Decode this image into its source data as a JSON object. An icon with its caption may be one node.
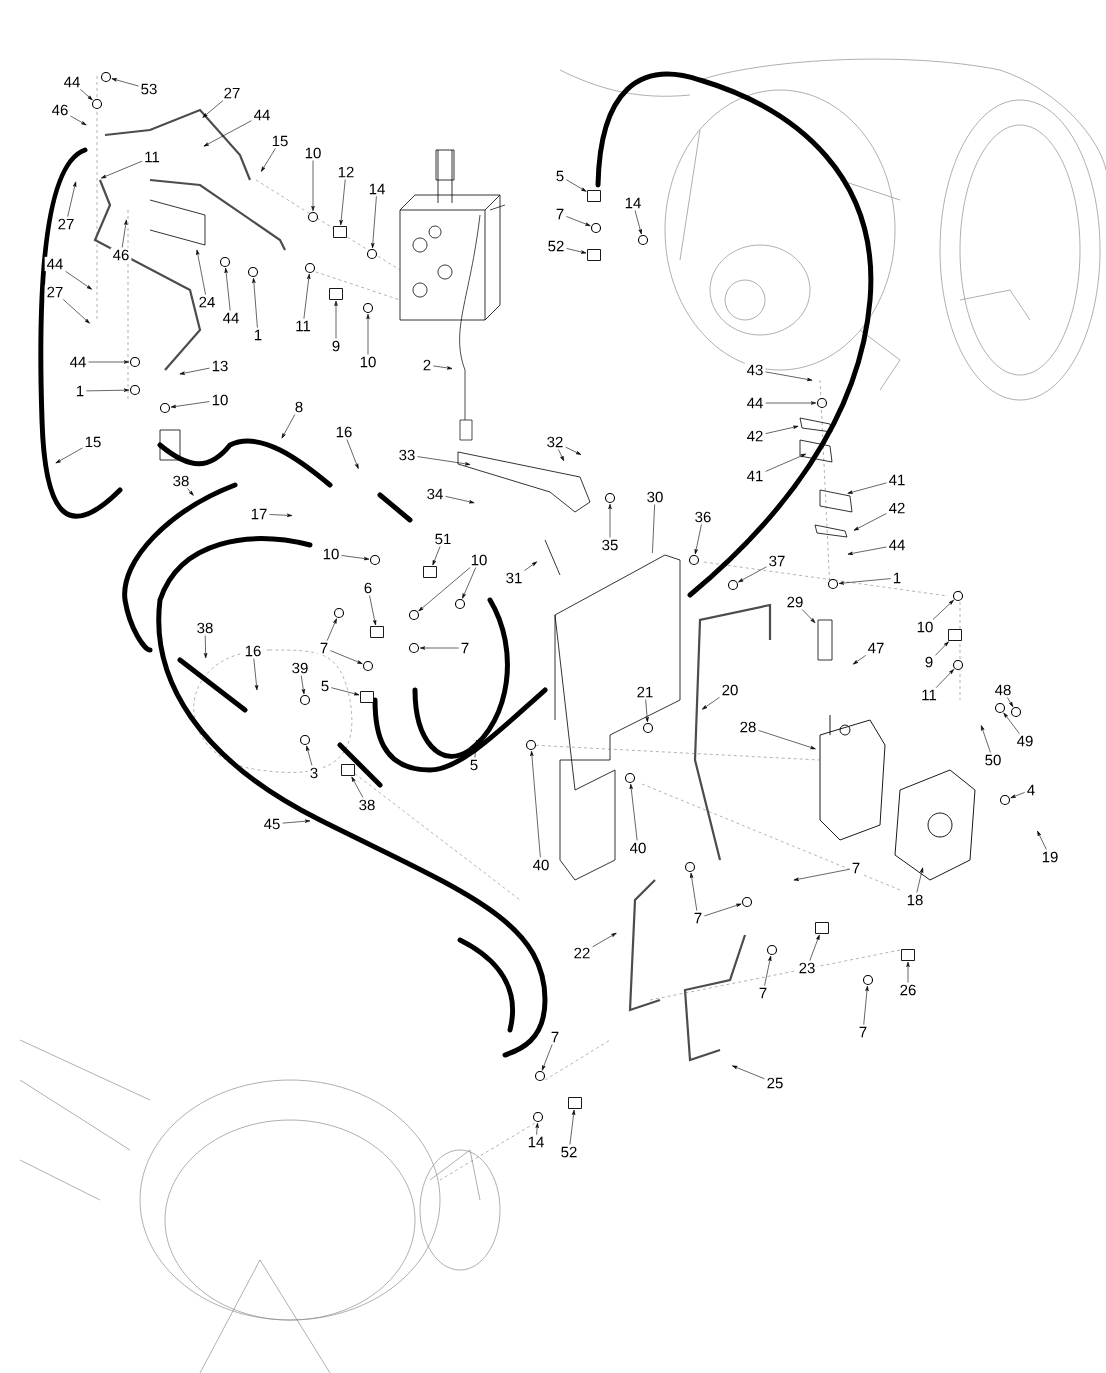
{
  "diagram": {
    "nodes": [
      {
        "text": [
          "44"
        ]
      },
      {
        "text": [
          "53"
        ]
      },
      {
        "text": [
          "46"
        ]
      },
      {
        "text": [
          "27"
        ]
      },
      {
        "text": [
          "44"
        ]
      },
      {
        "text": [
          "15"
        ]
      },
      {
        "text": [
          "11"
        ]
      },
      {
        "text": [
          "27"
        ]
      },
      {
        "text": [
          "46"
        ]
      },
      {
        "text": [
          "24"
        ]
      },
      {
        "text": [
          "44"
        ]
      },
      {
        "text": [
          "1"
        ]
      },
      {
        "text": [
          "10"
        ]
      },
      {
        "text": [
          "12"
        ]
      },
      {
        "text": [
          "14"
        ]
      },
      {
        "text": [
          "11"
        ]
      },
      {
        "text": [
          "9"
        ]
      },
      {
        "text": [
          "10"
        ]
      },
      {
        "text": [
          "44"
        ]
      },
      {
        "text": [
          "27"
        ]
      },
      {
        "text": [
          "44"
        ]
      },
      {
        "text": [
          "1"
        ]
      },
      {
        "text": [
          "13"
        ]
      },
      {
        "text": [
          "10"
        ]
      },
      {
        "text": [
          "8"
        ]
      },
      {
        "text": [
          "15"
        ]
      },
      {
        "text": [
          "16"
        ]
      },
      {
        "text": [
          "33"
        ]
      },
      {
        "text": [
          "32"
        ]
      },
      {
        "text": [
          "2"
        ]
      },
      {
        "text": [
          "5"
        ]
      },
      {
        "text": [
          "7"
        ]
      },
      {
        "text": [
          "52"
        ]
      },
      {
        "text": [
          "14"
        ]
      },
      {
        "text": [
          "43"
        ]
      },
      {
        "text": [
          "44"
        ]
      },
      {
        "text": [
          "42"
        ]
      },
      {
        "text": [
          "41"
        ]
      },
      {
        "text": [
          "41"
        ]
      },
      {
        "text": [
          "42"
        ]
      },
      {
        "text": [
          "44"
        ]
      },
      {
        "text": [
          "1"
        ]
      },
      {
        "text": [
          "38"
        ]
      },
      {
        "text": [
          "17"
        ]
      },
      {
        "text": [
          "34"
        ]
      },
      {
        "text": [
          "35"
        ]
      },
      {
        "text": [
          "30"
        ]
      },
      {
        "text": [
          "36"
        ]
      },
      {
        "text": [
          "37"
        ]
      },
      {
        "text": [
          "31"
        ]
      },
      {
        "text": [
          "10"
        ]
      },
      {
        "text": [
          "51"
        ]
      },
      {
        "text": [
          "10"
        ]
      },
      {
        "text": [
          "6"
        ]
      },
      {
        "text": [
          "7"
        ]
      },
      {
        "text": [
          "7"
        ]
      },
      {
        "text": [
          "38"
        ]
      },
      {
        "text": [
          "16"
        ]
      },
      {
        "text": [
          "39"
        ]
      },
      {
        "text": [
          "5"
        ]
      },
      {
        "text": [
          "3"
        ]
      },
      {
        "text": [
          "38"
        ]
      },
      {
        "text": [
          "5"
        ]
      },
      {
        "text": [
          "45"
        ]
      },
      {
        "text": [
          "40"
        ]
      },
      {
        "text": [
          "40"
        ]
      },
      {
        "text": [
          "21"
        ]
      },
      {
        "text": [
          "20"
        ]
      },
      {
        "text": [
          "29"
        ]
      },
      {
        "text": [
          "47"
        ]
      },
      {
        "text": [
          "28"
        ]
      },
      {
        "text": [
          "10"
        ]
      },
      {
        "text": [
          "9"
        ]
      },
      {
        "text": [
          "11"
        ]
      },
      {
        "text": [
          "48"
        ]
      },
      {
        "text": [
          "49"
        ]
      },
      {
        "text": [
          "50"
        ]
      },
      {
        "text": [
          "4"
        ]
      },
      {
        "text": [
          "19"
        ]
      },
      {
        "text": [
          "18"
        ]
      },
      {
        "text": [
          "7"
        ]
      },
      {
        "text": [
          "7"
        ]
      },
      {
        "text": [
          "7"
        ]
      },
      {
        "text": [
          "7"
        ]
      },
      {
        "text": [
          "23"
        ]
      },
      {
        "text": [
          "26"
        ]
      },
      {
        "text": [
          "22"
        ]
      },
      {
        "text": [
          "25"
        ]
      },
      {
        "text": [
          "7"
        ]
      },
      {
        "text": [
          "52"
        ]
      },
      {
        "text": [
          "14"
        ]
      },
      {
        "text": [],
        "shape": "circle"
      },
      {
        "text": [],
        "shape": "circle"
      },
      {
        "text": [],
        "shape": "circle"
      },
      {
        "text": [],
        "shape": "circle"
      },
      {
        "text": [],
        "shape": "circle"
      },
      {
        "text": [],
        "shape": "box"
      },
      {
        "text": [],
        "shape": "circle"
      },
      {
        "text": [],
        "shape": "circle"
      },
      {
        "text": [],
        "shape": "box"
      },
      {
        "text": [],
        "shape": "circle"
      },
      {
        "text": [],
        "shape": "circle"
      },
      {
        "text": [],
        "shape": "circle"
      },
      {
        "text": [],
        "shape": "circle"
      },
      {
        "text": [],
        "shape": "box"
      },
      {
        "text": [],
        "shape": "circle"
      },
      {
        "text": [],
        "shape": "box"
      },
      {
        "text": [],
        "shape": "circle"
      },
      {
        "text": [],
        "shape": "circle"
      },
      {
        "text": [],
        "shape": "circle"
      },
      {
        "text": [],
        "shape": "circle"
      },
      {
        "text": [],
        "shape": "circle"
      },
      {
        "text": [],
        "shape": "circle"
      },
      {
        "text": [],
        "shape": "circle"
      },
      {
        "text": [],
        "shape": "box"
      },
      {
        "text": [],
        "shape": "circle"
      },
      {
        "text": [],
        "shape": "circle"
      },
      {
        "text": [],
        "shape": "box"
      },
      {
        "text": [],
        "shape": "circle"
      },
      {
        "text": [],
        "shape": "circle"
      },
      {
        "text": [],
        "shape": "circle"
      },
      {
        "text": [],
        "shape": "circle"
      },
      {
        "text": [],
        "shape": "box"
      },
      {
        "text": [],
        "shape": "circle"
      },
      {
        "text": [],
        "shape": "box"
      },
      {
        "text": [],
        "shape": "circle"
      },
      {
        "text": [],
        "shape": "circle"
      },
      {
        "text": [],
        "shape": "circle"
      },
      {
        "text": [],
        "shape": "circle"
      },
      {
        "text": [],
        "shape": "box"
      },
      {
        "text": [],
        "shape": "circle"
      },
      {
        "text": [],
        "shape": "circle"
      },
      {
        "text": [],
        "shape": "circle"
      },
      {
        "text": [],
        "shape": "circle"
      },
      {
        "text": [],
        "shape": "circle"
      },
      {
        "text": [],
        "shape": "circle"
      },
      {
        "text": [],
        "shape": "circle"
      },
      {
        "text": [],
        "shape": "circle"
      },
      {
        "text": [],
        "shape": "box"
      },
      {
        "text": [],
        "shape": "box"
      },
      {
        "text": [],
        "shape": "circle"
      },
      {
        "text": [],
        "shape": "box"
      },
      {
        "text": [],
        "shape": "circle"
      }
    ],
    "edges": [
      {
        "from": 0,
        "to": 91,
        "arrow": "to"
      },
      {
        "from": 1,
        "to": 92,
        "arrow": "to"
      },
      {
        "from": 2,
        "to": null,
        "arrow": "to"
      },
      {
        "from": 3,
        "to": null,
        "arrow": "to"
      },
      {
        "from": 4,
        "to": null,
        "arrow": "to"
      },
      {
        "from": 5,
        "to": null,
        "arrow": "to"
      },
      {
        "from": 6,
        "to": null,
        "arrow": "to"
      },
      {
        "from": 7,
        "to": null,
        "arrow": "to"
      },
      {
        "from": 8,
        "to": null,
        "arrow": "to"
      },
      {
        "from": 9,
        "to": null,
        "arrow": "to"
      },
      {
        "from": 10,
        "to": 93,
        "arrow": "to"
      },
      {
        "from": 11,
        "to": 94,
        "arrow": "to"
      },
      {
        "from": 12,
        "to": 95,
        "arrow": "to"
      },
      {
        "from": 13,
        "to": 96,
        "arrow": "to"
      },
      {
        "from": 14,
        "to": 97,
        "arrow": "to"
      },
      {
        "from": 15,
        "to": 98,
        "arrow": "to"
      },
      {
        "from": 16,
        "to": 99,
        "arrow": "to"
      },
      {
        "from": 17,
        "to": 100,
        "arrow": "to"
      },
      {
        "from": 18,
        "to": null,
        "arrow": "to"
      },
      {
        "from": 19,
        "to": null,
        "arrow": "to"
      },
      {
        "from": 20,
        "to": 101,
        "arrow": "to"
      },
      {
        "from": 21,
        "to": 102,
        "arrow": "to"
      },
      {
        "from": 22,
        "to": null,
        "arrow": "to"
      },
      {
        "from": 23,
        "to": 103,
        "arrow": "to"
      },
      {
        "from": 24,
        "to": null,
        "arrow": "to"
      },
      {
        "from": 25,
        "to": null,
        "arrow": "to"
      },
      {
        "from": 26,
        "to": null,
        "arrow": "to"
      },
      {
        "from": 27,
        "to": null,
        "arrow": "to"
      },
      {
        "from": 28,
        "to": null,
        "arrow": "to"
      },
      {
        "from": 28,
        "to": null,
        "arrow": "to"
      },
      {
        "from": 29,
        "to": null,
        "arrow": "to"
      },
      {
        "from": 30,
        "to": 104,
        "arrow": "to"
      },
      {
        "from": 31,
        "to": 105,
        "arrow": "to"
      },
      {
        "from": 32,
        "to": 106,
        "arrow": "to"
      },
      {
        "from": 33,
        "to": 107,
        "arrow": "to"
      },
      {
        "from": 34,
        "to": null,
        "arrow": "to"
      },
      {
        "from": 35,
        "to": 108,
        "arrow": "to"
      },
      {
        "from": 36,
        "to": null,
        "arrow": "to"
      },
      {
        "from": 37,
        "to": null,
        "arrow": "to"
      },
      {
        "from": 38,
        "to": null,
        "arrow": "to"
      },
      {
        "from": 39,
        "to": null,
        "arrow": "to"
      },
      {
        "from": 40,
        "to": null,
        "arrow": "to"
      },
      {
        "from": 41,
        "to": 109,
        "arrow": "to"
      },
      {
        "from": 42,
        "to": null,
        "arrow": "to"
      },
      {
        "from": 43,
        "to": null,
        "arrow": "to"
      },
      {
        "from": 44,
        "to": null,
        "arrow": "to"
      },
      {
        "from": 45,
        "to": 110,
        "arrow": "to"
      },
      {
        "from": 46,
        "to": null,
        "arrow": "none"
      },
      {
        "from": 47,
        "to": 111,
        "arrow": "to"
      },
      {
        "from": 48,
        "to": 112,
        "arrow": "to"
      },
      {
        "from": 49,
        "to": null,
        "arrow": "to"
      },
      {
        "from": 50,
        "to": 113,
        "arrow": "to"
      },
      {
        "from": 51,
        "to": 114,
        "arrow": "to"
      },
      {
        "from": 52,
        "to": 115,
        "arrow": "to"
      },
      {
        "from": 52,
        "to": 116,
        "arrow": "to"
      },
      {
        "from": 53,
        "to": 117,
        "arrow": "to"
      },
      {
        "from": 54,
        "to": 118,
        "arrow": "to"
      },
      {
        "from": 54,
        "to": 119,
        "arrow": "to"
      },
      {
        "from": 55,
        "to": 120,
        "arrow": "to"
      },
      {
        "from": 56,
        "to": null,
        "arrow": "to"
      },
      {
        "from": 57,
        "to": null,
        "arrow": "to"
      },
      {
        "from": 58,
        "to": 121,
        "arrow": "to"
      },
      {
        "from": 59,
        "to": 122,
        "arrow": "to"
      },
      {
        "from": 60,
        "to": 123,
        "arrow": "to"
      },
      {
        "from": 61,
        "to": 124,
        "arrow": "to"
      },
      {
        "from": 62,
        "to": null,
        "arrow": "to"
      },
      {
        "from": 63,
        "to": null,
        "arrow": "to"
      },
      {
        "from": 64,
        "to": 125,
        "arrow": "to"
      },
      {
        "from": 65,
        "to": 126,
        "arrow": "to"
      },
      {
        "from": 66,
        "to": 127,
        "arrow": "to"
      },
      {
        "from": 67,
        "to": null,
        "arrow": "to"
      },
      {
        "from": 68,
        "to": null,
        "arrow": "to"
      },
      {
        "from": 69,
        "to": null,
        "arrow": "to"
      },
      {
        "from": 70,
        "to": null,
        "arrow": "to"
      },
      {
        "from": 71,
        "to": 128,
        "arrow": "to"
      },
      {
        "from": 72,
        "to": 129,
        "arrow": "to"
      },
      {
        "from": 73,
        "to": 130,
        "arrow": "to"
      },
      {
        "from": 74,
        "to": 131,
        "arrow": "to"
      },
      {
        "from": 75,
        "to": 132,
        "arrow": "to"
      },
      {
        "from": 76,
        "to": null,
        "arrow": "to"
      },
      {
        "from": 77,
        "to": 133,
        "arrow": "to"
      },
      {
        "from": 78,
        "to": null,
        "arrow": "to"
      },
      {
        "from": 79,
        "to": null,
        "arrow": "to"
      },
      {
        "from": 80,
        "to": null,
        "arrow": "to"
      },
      {
        "from": 81,
        "to": 134,
        "arrow": "to"
      },
      {
        "from": 81,
        "to": 135,
        "arrow": "to"
      },
      {
        "from": 82,
        "to": 136,
        "arrow": "to"
      },
      {
        "from": 83,
        "to": 137,
        "arrow": "to"
      },
      {
        "from": 84,
        "to": 138,
        "arrow": "to"
      },
      {
        "from": 85,
        "to": 139,
        "arrow": "to"
      },
      {
        "from": 86,
        "to": null,
        "arrow": "to"
      },
      {
        "from": 87,
        "to": null,
        "arrow": "to"
      },
      {
        "from": 88,
        "to": 140,
        "arrow": "to"
      },
      {
        "from": 89,
        "to": 141,
        "arrow": "to"
      },
      {
        "from": 90,
        "to": 142,
        "arrow": "to"
      }
    ]
  }
}
